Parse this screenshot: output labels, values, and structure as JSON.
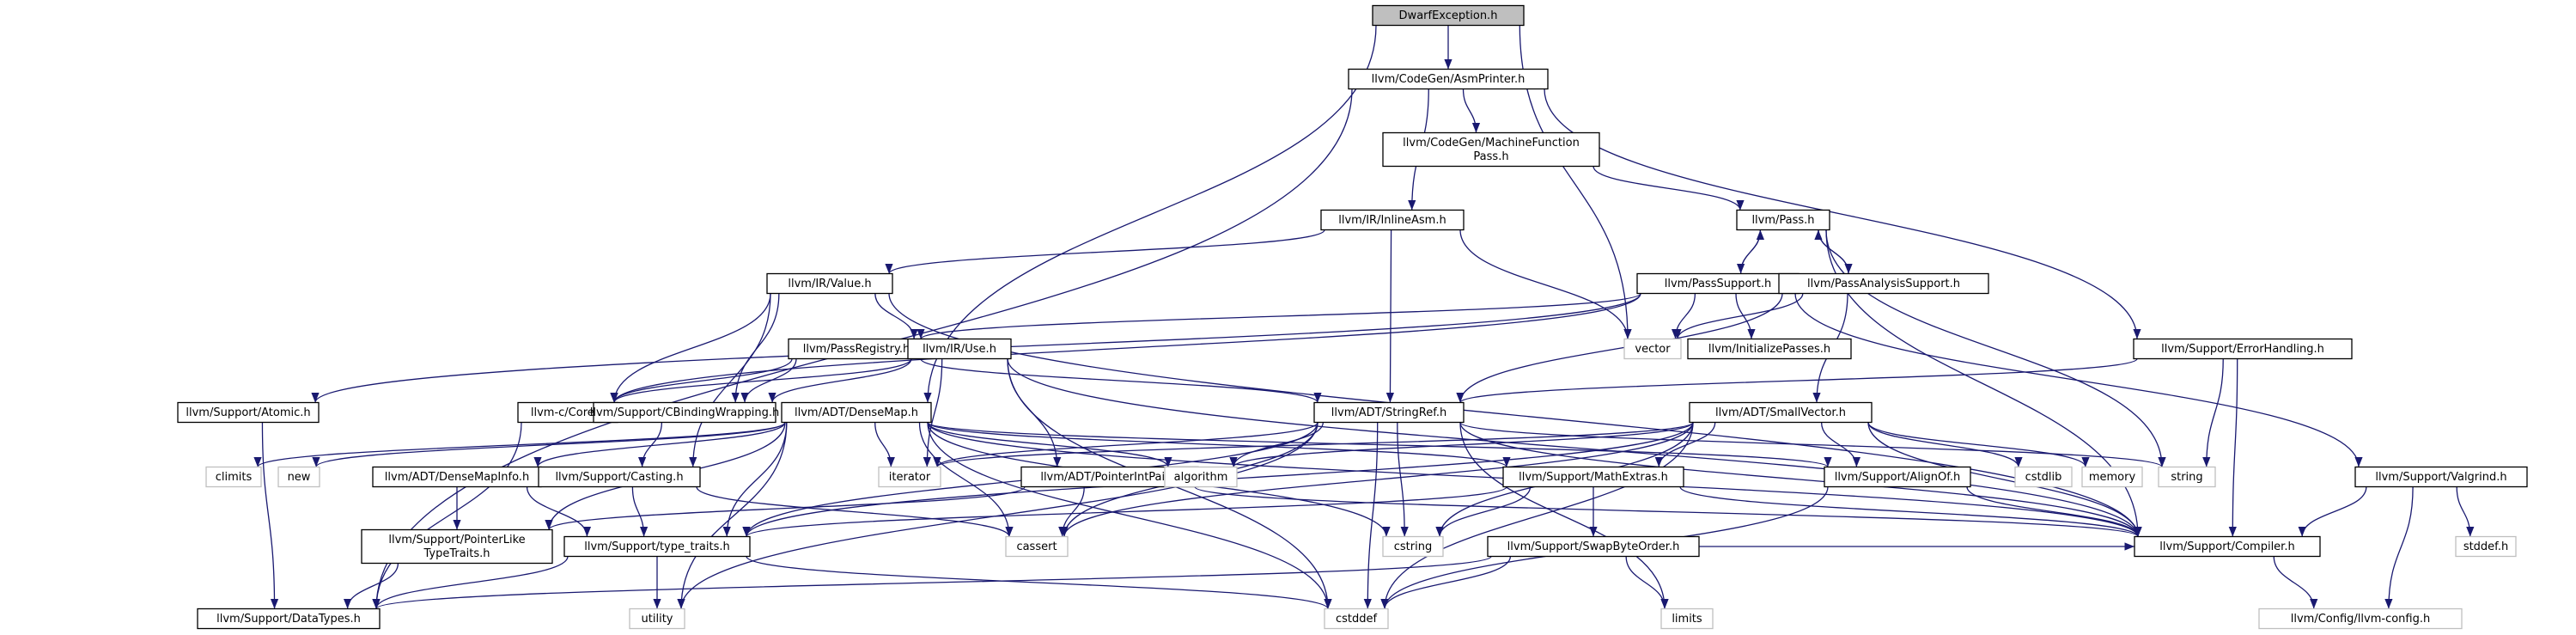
{
  "graph": {
    "nodes": [
      {
        "id": "dwarf",
        "lines": [
          "DwarfException.h"
        ],
        "root": true
      },
      {
        "id": "asmprinter",
        "lines": [
          "llvm/CodeGen/AsmPrinter.h"
        ]
      },
      {
        "id": "mfpass",
        "lines": [
          "llvm/CodeGen/MachineFunction",
          "Pass.h"
        ]
      },
      {
        "id": "inlineasm",
        "lines": [
          "llvm/IR/InlineAsm.h"
        ]
      },
      {
        "id": "pass",
        "lines": [
          "llvm/Pass.h"
        ]
      },
      {
        "id": "value",
        "lines": [
          "llvm/IR/Value.h"
        ]
      },
      {
        "id": "passsupport",
        "lines": [
          "llvm/PassSupport.h"
        ]
      },
      {
        "id": "passanalysis",
        "lines": [
          "llvm/PassAnalysisSupport.h"
        ]
      },
      {
        "id": "vector",
        "lines": [
          "vector"
        ],
        "system": true
      },
      {
        "id": "initpasses",
        "lines": [
          "llvm/InitializePasses.h"
        ]
      },
      {
        "id": "passregistry",
        "lines": [
          "llvm/PassRegistry.h"
        ]
      },
      {
        "id": "use",
        "lines": [
          "llvm/IR/Use.h"
        ]
      },
      {
        "id": "errorhandling",
        "lines": [
          "llvm/Support/ErrorHandling.h"
        ]
      },
      {
        "id": "atomic",
        "lines": [
          "llvm/Support/Atomic.h"
        ]
      },
      {
        "id": "core",
        "lines": [
          "llvm-c/Core.h"
        ]
      },
      {
        "id": "cbinding",
        "lines": [
          "llvm/Support/CBindingWrapping.h"
        ]
      },
      {
        "id": "densemap",
        "lines": [
          "llvm/ADT/DenseMap.h"
        ]
      },
      {
        "id": "stringref",
        "lines": [
          "llvm/ADT/StringRef.h"
        ]
      },
      {
        "id": "smallvector",
        "lines": [
          "llvm/ADT/SmallVector.h"
        ]
      },
      {
        "id": "climits",
        "lines": [
          "climits"
        ],
        "system": true
      },
      {
        "id": "new",
        "lines": [
          "new"
        ],
        "system": true
      },
      {
        "id": "densemapinfo",
        "lines": [
          "llvm/ADT/DenseMapInfo.h"
        ]
      },
      {
        "id": "casting",
        "lines": [
          "llvm/Support/Casting.h"
        ]
      },
      {
        "id": "iterator",
        "lines": [
          "iterator"
        ],
        "system": true
      },
      {
        "id": "pointerintpair",
        "lines": [
          "llvm/ADT/PointerIntPair.h"
        ]
      },
      {
        "id": "algorithm",
        "lines": [
          "algorithm"
        ],
        "system": true
      },
      {
        "id": "mathextras",
        "lines": [
          "llvm/Support/MathExtras.h"
        ]
      },
      {
        "id": "alignof",
        "lines": [
          "llvm/Support/AlignOf.h"
        ]
      },
      {
        "id": "cstdlib",
        "lines": [
          "cstdlib"
        ],
        "system": true
      },
      {
        "id": "memory",
        "lines": [
          "memory"
        ],
        "system": true
      },
      {
        "id": "string",
        "lines": [
          "string"
        ],
        "system": true
      },
      {
        "id": "valgrind",
        "lines": [
          "llvm/Support/Valgrind.h"
        ]
      },
      {
        "id": "pointerlike",
        "lines": [
          "llvm/Support/PointerLike",
          "TypeTraits.h"
        ]
      },
      {
        "id": "cassert",
        "lines": [
          "cassert"
        ],
        "system": true
      },
      {
        "id": "cstring",
        "lines": [
          "cstring"
        ],
        "system": true
      },
      {
        "id": "compiler",
        "lines": [
          "llvm/Support/Compiler.h"
        ]
      },
      {
        "id": "stddef",
        "lines": [
          "stddef.h"
        ],
        "system": true
      },
      {
        "id": "typetraits",
        "lines": [
          "llvm/Support/type_traits.h"
        ]
      },
      {
        "id": "swapbyteorder",
        "lines": [
          "llvm/Support/SwapByteOrder.h"
        ]
      },
      {
        "id": "datatypes",
        "lines": [
          "llvm/Support/DataTypes.h"
        ]
      },
      {
        "id": "utility",
        "lines": [
          "utility"
        ],
        "system": true
      },
      {
        "id": "cstddef",
        "lines": [
          "cstddef"
        ],
        "system": true
      },
      {
        "id": "limits",
        "lines": [
          "limits"
        ],
        "system": true
      },
      {
        "id": "llvmconfig",
        "lines": [
          "llvm/Config/llvm-config.h"
        ],
        "system": true
      }
    ],
    "edges": [
      [
        "dwarf",
        "asmprinter"
      ],
      [
        "dwarf",
        "vector"
      ],
      [
        "dwarf",
        "densemap"
      ],
      [
        "asmprinter",
        "mfpass"
      ],
      [
        "asmprinter",
        "inlineasm"
      ],
      [
        "asmprinter",
        "errorhandling"
      ],
      [
        "asmprinter",
        "datatypes"
      ],
      [
        "mfpass",
        "pass"
      ],
      [
        "inlineasm",
        "value"
      ],
      [
        "inlineasm",
        "stringref"
      ],
      [
        "inlineasm",
        "vector"
      ],
      [
        "pass",
        "passsupport"
      ],
      [
        "pass",
        "passanalysis"
      ],
      [
        "pass",
        "string"
      ],
      [
        "pass",
        "compiler"
      ],
      [
        "passsupport",
        "pass"
      ],
      [
        "passsupport",
        "initpasses"
      ],
      [
        "passsupport",
        "passregistry"
      ],
      [
        "passsupport",
        "atomic"
      ],
      [
        "passsupport",
        "valgrind"
      ],
      [
        "passsupport",
        "vector"
      ],
      [
        "passsupport",
        "core"
      ],
      [
        "passanalysis",
        "pass"
      ],
      [
        "passanalysis",
        "vector"
      ],
      [
        "passanalysis",
        "stringref"
      ],
      [
        "passanalysis",
        "smallvector"
      ],
      [
        "value",
        "use"
      ],
      [
        "value",
        "cbinding"
      ],
      [
        "value",
        "casting"
      ],
      [
        "value",
        "compiler"
      ],
      [
        "value",
        "core"
      ],
      [
        "passregistry",
        "stringref"
      ],
      [
        "passregistry",
        "cbinding"
      ],
      [
        "passregistry",
        "core"
      ],
      [
        "use",
        "core"
      ],
      [
        "use",
        "cbinding"
      ],
      [
        "use",
        "pointerintpair"
      ],
      [
        "use",
        "compiler"
      ],
      [
        "use",
        "iterator"
      ],
      [
        "use",
        "cstddef"
      ],
      [
        "errorhandling",
        "stringref"
      ],
      [
        "errorhandling",
        "compiler"
      ],
      [
        "errorhandling",
        "string"
      ],
      [
        "atomic",
        "datatypes"
      ],
      [
        "core",
        "datatypes"
      ],
      [
        "cbinding",
        "casting"
      ],
      [
        "densemap",
        "climits"
      ],
      [
        "densemap",
        "new"
      ],
      [
        "densemap",
        "densemapinfo"
      ],
      [
        "densemap",
        "iterator"
      ],
      [
        "densemap",
        "algorithm"
      ],
      [
        "densemap",
        "mathextras"
      ],
      [
        "densemap",
        "alignof"
      ],
      [
        "densemap",
        "typetraits"
      ],
      [
        "densemap",
        "pointerlike"
      ],
      [
        "densemap",
        "cassert"
      ],
      [
        "densemap",
        "cstring"
      ],
      [
        "densemap",
        "utility"
      ],
      [
        "densemap",
        "cstddef"
      ],
      [
        "densemap",
        "compiler"
      ],
      [
        "stringref",
        "algorithm"
      ],
      [
        "stringref",
        "cassert"
      ],
      [
        "stringref",
        "cstring"
      ],
      [
        "stringref",
        "limits"
      ],
      [
        "stringref",
        "string"
      ],
      [
        "stringref",
        "utility"
      ],
      [
        "stringref",
        "typetraits"
      ],
      [
        "stringref",
        "compiler"
      ],
      [
        "stringref",
        "iterator"
      ],
      [
        "stringref",
        "cstddef"
      ],
      [
        "smallvector",
        "alignof"
      ],
      [
        "smallvector",
        "mathextras"
      ],
      [
        "smallvector",
        "compiler"
      ],
      [
        "smallvector",
        "typetraits"
      ],
      [
        "smallvector",
        "algorithm"
      ],
      [
        "smallvector",
        "cassert"
      ],
      [
        "smallvector",
        "cstddef"
      ],
      [
        "smallvector",
        "cstdlib"
      ],
      [
        "smallvector",
        "cstring"
      ],
      [
        "smallvector",
        "iterator"
      ],
      [
        "smallvector",
        "memory"
      ],
      [
        "densemapinfo",
        "pointerlike"
      ],
      [
        "densemapinfo",
        "typetraits"
      ],
      [
        "casting",
        "typetraits"
      ],
      [
        "casting",
        "cassert"
      ],
      [
        "pointerintpair",
        "pointerlike"
      ],
      [
        "pointerintpair",
        "cassert"
      ],
      [
        "pointerintpair",
        "compiler"
      ],
      [
        "mathextras",
        "swapbyteorder"
      ],
      [
        "mathextras",
        "compiler"
      ],
      [
        "mathextras",
        "typetraits"
      ],
      [
        "mathextras",
        "cstring"
      ],
      [
        "alignof",
        "compiler"
      ],
      [
        "alignof",
        "cstddef"
      ],
      [
        "valgrind",
        "compiler"
      ],
      [
        "valgrind",
        "stddef"
      ],
      [
        "valgrind",
        "llvmconfig"
      ],
      [
        "pointerlike",
        "datatypes"
      ],
      [
        "compiler",
        "llvmconfig"
      ],
      [
        "typetraits",
        "datatypes"
      ],
      [
        "typetraits",
        "utility"
      ],
      [
        "typetraits",
        "cstddef"
      ],
      [
        "swapbyteorder",
        "compiler"
      ],
      [
        "swapbyteorder",
        "datatypes"
      ],
      [
        "swapbyteorder",
        "cstddef"
      ],
      [
        "swapbyteorder",
        "limits"
      ]
    ]
  },
  "colors": {
    "edge": "#191970",
    "root_fill": "#bfbfbf",
    "node_border": "#000000",
    "system_border": "#bfbfbf",
    "text": "#000000"
  }
}
